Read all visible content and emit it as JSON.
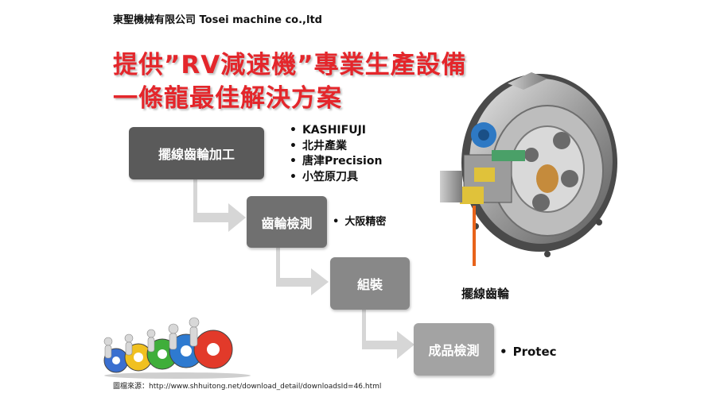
{
  "header": "東聖機械有限公司 Tosei machine co.,ltd",
  "title_line1": "提供”RV減速機”專業生產設備",
  "title_line2": "一條龍最佳解決方案",
  "steps": [
    {
      "label": "擺線齒輪加工"
    },
    {
      "label": "齒輪檢測"
    },
    {
      "label": "組裝"
    },
    {
      "label": "成品檢測"
    }
  ],
  "step1_vendors": [
    "KASHIFUJI",
    "北井產業",
    "唐津Precision",
    "小笠原刀具"
  ],
  "step2_vendors": [
    "大阪精密"
  ],
  "step4_vendors": [
    "Protec"
  ],
  "callout": "擺線齒輪",
  "source": "圖檔來源：http://www.shhuitong.net/download_detail/downloadsId=46.html",
  "colors": {
    "title": "#e4262b",
    "arrow": "#d6d6d6",
    "pointer": "#e8631a"
  }
}
